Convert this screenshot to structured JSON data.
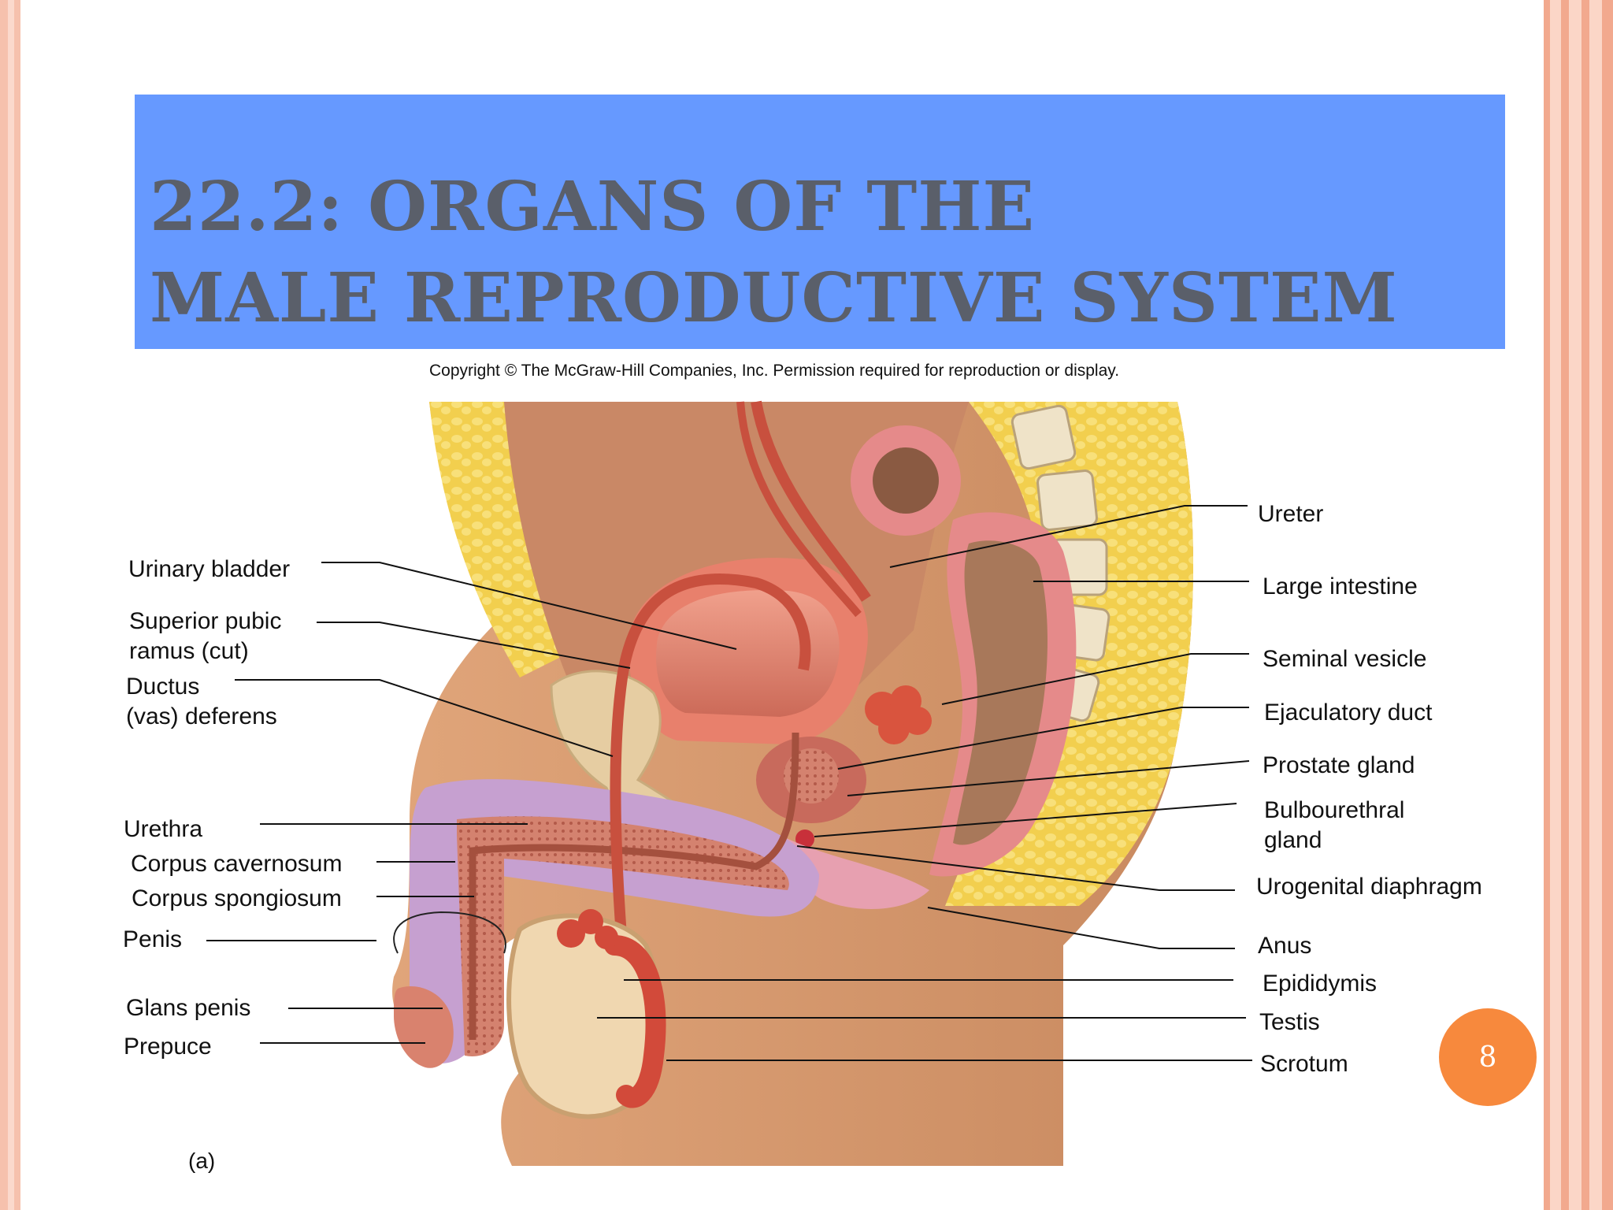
{
  "slide": {
    "title_line1": "22.2: ORGANS OF THE",
    "title_line2": "MALE REPRODUCTIVE SYSTEM",
    "copyright": "Copyright © The McGraw-Hill Companies, Inc. Permission required for reproduction or display.",
    "page_number": "8",
    "panel_label": "(a)"
  },
  "labels_left": [
    "Urinary bladder",
    "Superior pubic",
    "ramus (cut)",
    "Ductus",
    "(vas) deferens",
    "Urethra",
    "Corpus cavernosum",
    "Corpus spongiosum",
    "Penis",
    "Glans penis",
    "Prepuce"
  ],
  "labels_right": [
    "Ureter",
    "Large intestine",
    "Seminal vesicle",
    "Ejaculatory duct",
    "Prostate gland",
    "Bulbourethral",
    "gland",
    "Urogenital diaphragm",
    "Anus",
    "Epididymis",
    "Testis",
    "Scrotum"
  ],
  "colors": {
    "title_band": "#6699ff",
    "title_text": "#5a5f6a",
    "page_badge": "#f7893d",
    "frame": "#f6c1ad"
  }
}
